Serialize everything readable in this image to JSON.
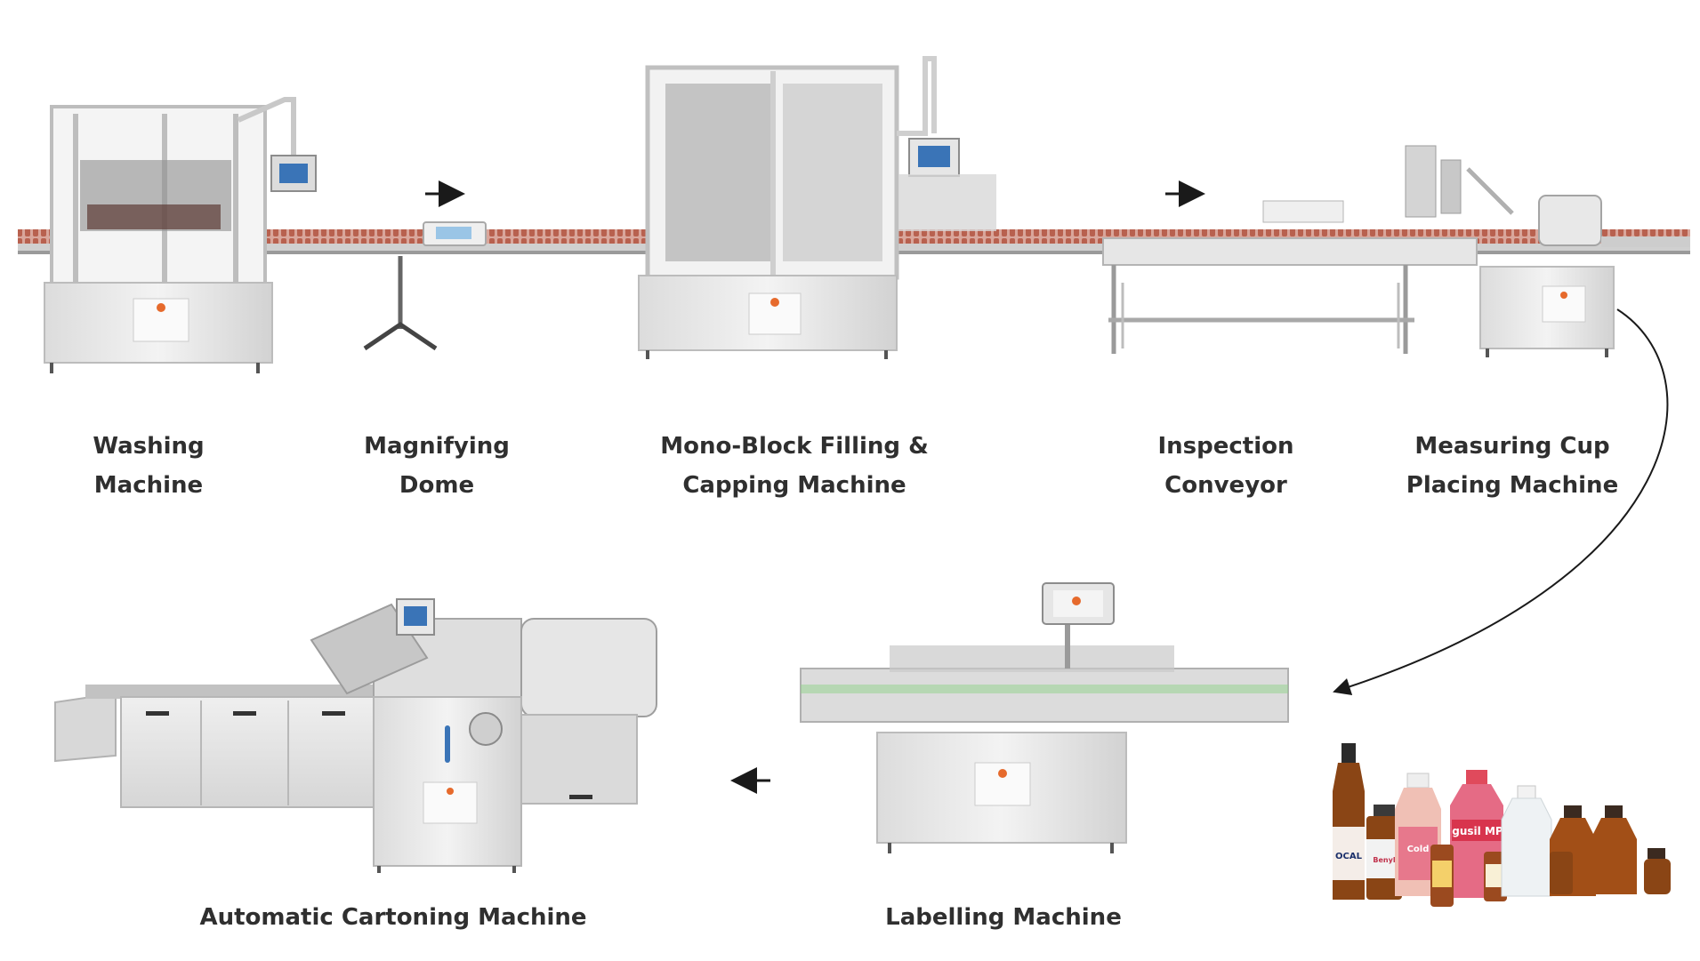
{
  "stations": [
    {
      "id": "washing",
      "lines": [
        "Washing",
        "Machine"
      ]
    },
    {
      "id": "magnifying",
      "lines": [
        "Magnifying",
        "Dome"
      ]
    },
    {
      "id": "filling",
      "lines": [
        "Mono-Block Filling &",
        "Capping Machine"
      ]
    },
    {
      "id": "inspection",
      "lines": [
        "Inspection",
        "Conveyor"
      ]
    },
    {
      "id": "measuring-cup",
      "lines": [
        "Measuring Cup",
        "Placing Machine"
      ]
    },
    {
      "id": "labelling",
      "lines": [
        "Labelling Machine"
      ]
    },
    {
      "id": "cartoning",
      "lines": [
        "Automatic Cartoning Machine"
      ]
    }
  ],
  "bottle_labels": [
    "OCAL",
    "Benyl",
    "gusil MP",
    "Cold"
  ],
  "colors": {
    "machine_body": "#e2e2e2",
    "machine_frame": "#c4c4c4",
    "conveyor_bottles": "#b8614f",
    "text": "#2f2f2f",
    "arrow": "#1a1a1a",
    "amber_bottle": "#8a4515",
    "pink_syrup": "#e56b85"
  },
  "icons": [
    "arrow-right-icon",
    "arrow-left-icon",
    "curved-arrow-icon"
  ]
}
